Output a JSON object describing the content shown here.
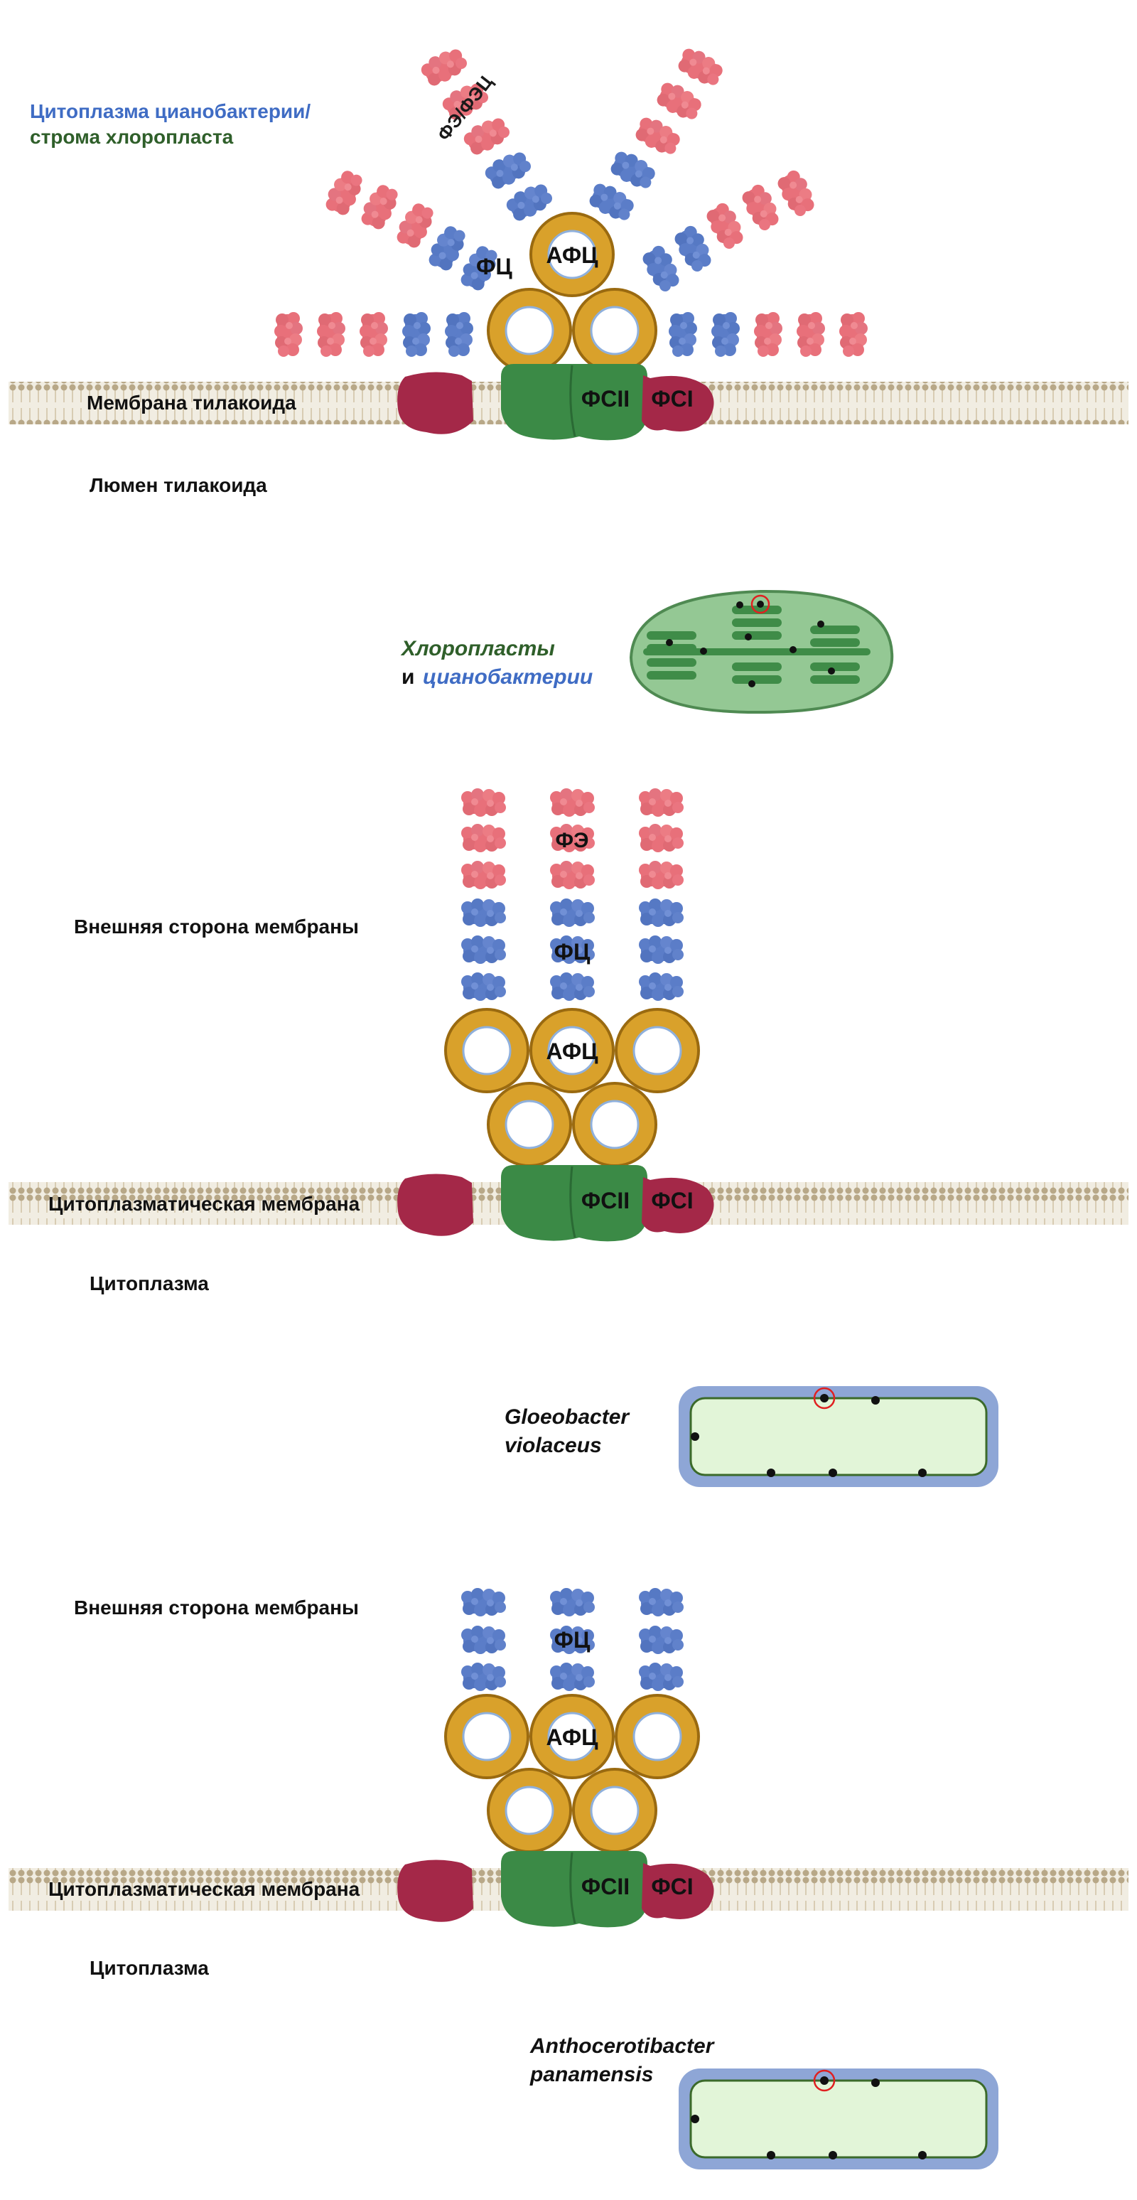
{
  "colors": {
    "phycoerythrin": "#e8707a",
    "phycocyanin": "#5b7dc8",
    "apc_ring": "#d9a12b",
    "apc_ring_stroke": "#9a6a10",
    "psii": "#3b8a46",
    "psi": "#a42848",
    "membrane_head": "#b8a888",
    "membrane_band": "#f1ede2",
    "chloroplast_fill": "#94c894",
    "thylakoid_fill": "#3f8c48",
    "cell_wall": "#8ea6d6",
    "cell_fill": "#e2f5d8",
    "cell_stroke": "#3b6a2a",
    "highlight": "#e02020",
    "label_blue": "#3f6cc4",
    "label_green": "#2f5f2a"
  },
  "panel1": {
    "cytoplasm_label_line1": "Цитоплазма цианобактерии/",
    "cytoplasm_label_line2": "строма хлоропласта",
    "pe_pec_label": "ФЭ/ФЭЦ",
    "pc_label": "ФЦ",
    "apc_label": "АФЦ",
    "psii_label": "ФСII",
    "psi_label": "ФСI",
    "membrane_label": "Мембрана тилакоида",
    "lumen_label": "Люмен тилакоида",
    "organism_label_1": "Хлоропласты",
    "organism_label_and": "и",
    "organism_label_2": "цианобактерии"
  },
  "panel2": {
    "outer_label": "Внешняя сторона мембраны",
    "pe_label": "ФЭ",
    "pc_label": "ФЦ",
    "apc_label": "АФЦ",
    "psii_label": "ФСII",
    "psi_label": "ФСI",
    "membrane_label": "Цитоплазматическая мембрана",
    "cytoplasm_label": "Цитоплазма",
    "organism_line1": "Gloeobacter",
    "organism_line2": "violaceus"
  },
  "panel3": {
    "outer_label": "Внешняя сторона мембраны",
    "pc_label": "ФЦ",
    "apc_label": "АФЦ",
    "psii_label": "ФСII",
    "psi_label": "ФСI",
    "membrane_label": "Цитоплазматическая мембрана",
    "cytoplasm_label": "Цитоплазма",
    "organism_line1": "Anthocerotibacter",
    "organism_line2": "panamensis"
  }
}
